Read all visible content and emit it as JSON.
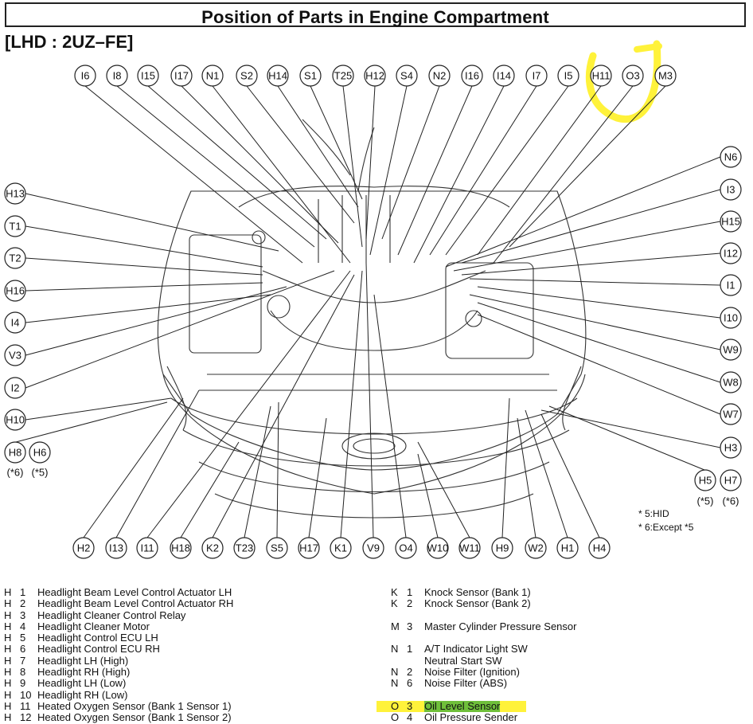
{
  "header": {
    "title": "Position of Parts in Engine Compartment",
    "subtitle": "[LHD : 2UZ–FE]"
  },
  "diagram": {
    "top_labels": [
      "I6",
      "I8",
      "I15",
      "I17",
      "N1",
      "S2",
      "H14",
      "S1",
      "T25",
      "H12",
      "S4",
      "N2",
      "I16",
      "I14",
      "I7",
      "I5",
      "H11",
      "O3",
      "M3"
    ],
    "left_labels": [
      "H13",
      "T1",
      "T2",
      "H16",
      "I4",
      "V3",
      "I2",
      "H10"
    ],
    "right_labels": [
      "N6",
      "I3",
      "H15",
      "I12",
      "I1",
      "I10",
      "W9",
      "W8",
      "W7",
      "H3"
    ],
    "bottom_labels": [
      "H2",
      "I13",
      "I11",
      "H18",
      "K2",
      "T23",
      "S5",
      "H17",
      "K1",
      "V9",
      "O4",
      "W10",
      "W11",
      "H9",
      "W2",
      "H1",
      "H4"
    ],
    "h8_label": "H8",
    "h8_note": "(*6)",
    "h6_label": "H6",
    "h6_note": "(*5)",
    "h5_label": "H5",
    "h5_note": "(*5)",
    "h7_label": "H7",
    "h7_note": "(*6)",
    "footnote_1": "* 5:HID",
    "footnote_2": "* 6:Except *5",
    "highlight_color": "#fff23a"
  },
  "legend_left": [
    {
      "letter": "H",
      "num": "1",
      "desc": "Headlight Beam Level Control Actuator LH"
    },
    {
      "letter": "H",
      "num": "2",
      "desc": "Headlight Beam Level Control Actuator RH"
    },
    {
      "letter": "H",
      "num": "3",
      "desc": "Headlight Cleaner Control Relay"
    },
    {
      "letter": "H",
      "num": "4",
      "desc": "Headlight Cleaner Motor"
    },
    {
      "letter": "H",
      "num": "5",
      "desc": "Headlight Control ECU LH"
    },
    {
      "letter": "H",
      "num": "6",
      "desc": "Headlight Control ECU RH"
    },
    {
      "letter": "H",
      "num": "7",
      "desc": "Headlight LH (High)"
    },
    {
      "letter": "H",
      "num": "8",
      "desc": "Headlight RH (High)"
    },
    {
      "letter": "H",
      "num": "9",
      "desc": "Headlight LH (Low)"
    },
    {
      "letter": "H",
      "num": "10",
      "desc": "Headlight RH (Low)"
    },
    {
      "letter": "H",
      "num": "11",
      "desc": "Heated Oxygen Sensor (Bank 1 Sensor 1)"
    },
    {
      "letter": "H",
      "num": "12",
      "desc": "Heated Oxygen Sensor (Bank 1 Sensor 2)"
    }
  ],
  "legend_right": {
    "k1": {
      "letter": "K",
      "num": "1",
      "desc": "Knock Sensor (Bank 1)"
    },
    "k2": {
      "letter": "K",
      "num": "2",
      "desc": "Knock Sensor (Bank 2)"
    },
    "m3": {
      "letter": "M",
      "num": "3",
      "desc": "Master Cylinder Pressure Sensor"
    },
    "n1": {
      "letter": "N",
      "num": "1",
      "desc": "A/T Indicator Light SW"
    },
    "n1b": {
      "desc": "Neutral Start SW"
    },
    "n2": {
      "letter": "N",
      "num": "2",
      "desc": "Noise Filter (Ignition)"
    },
    "n6": {
      "letter": "N",
      "num": "6",
      "desc": "Noise Filter (ABS)"
    },
    "o3": {
      "letter": "O",
      "num": "3",
      "desc": "Oil Level Sensor"
    },
    "o4": {
      "letter": "O",
      "num": "4",
      "desc": "Oil Pressure Sender"
    }
  }
}
